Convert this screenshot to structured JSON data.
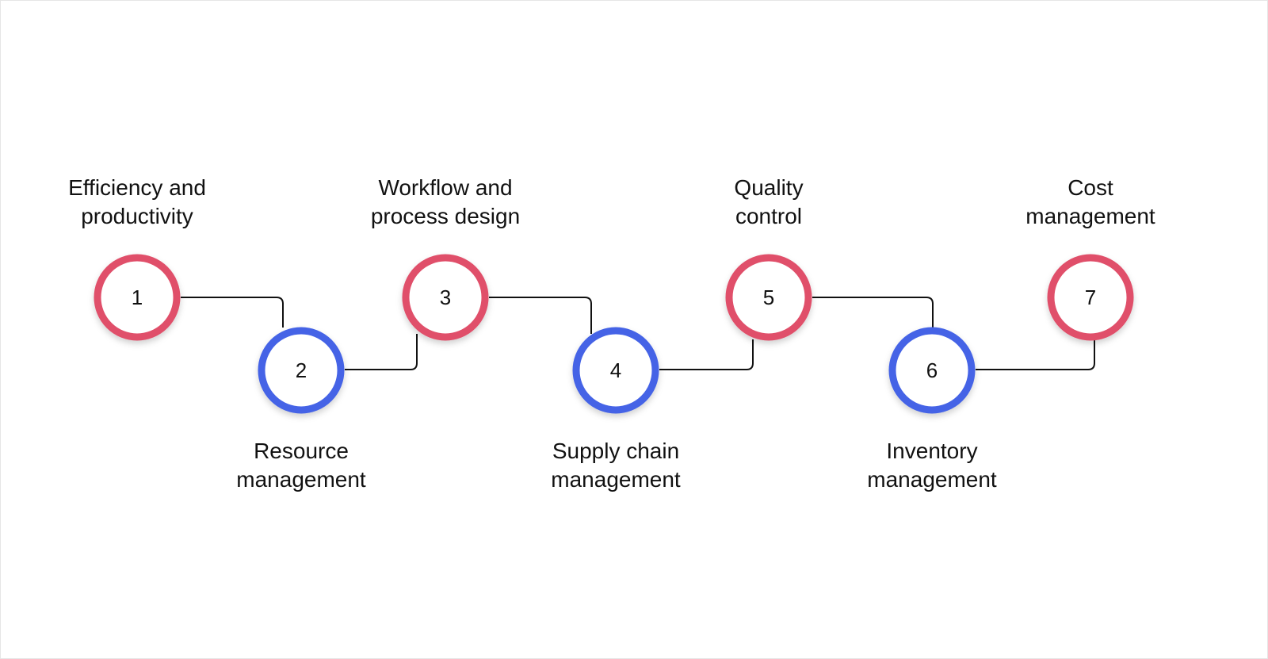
{
  "colors": {
    "odd": "#e0506a",
    "even": "#4463e6",
    "line": "#111111"
  },
  "steps": [
    {
      "number": "1",
      "label": "Efficiency and\nproductivity",
      "color": "odd",
      "position": "top"
    },
    {
      "number": "2",
      "label": "Resource\nmanagement",
      "color": "even",
      "position": "bottom"
    },
    {
      "number": "3",
      "label": "Workflow and\nprocess design",
      "color": "odd",
      "position": "top"
    },
    {
      "number": "4",
      "label": "Supply chain\nmanagement",
      "color": "even",
      "position": "bottom"
    },
    {
      "number": "5",
      "label": "Quality\ncontrol",
      "color": "odd",
      "position": "top"
    },
    {
      "number": "6",
      "label": "Inventory\nmanagement",
      "color": "even",
      "position": "bottom"
    },
    {
      "number": "7",
      "label": "Cost\nmanagement",
      "color": "odd",
      "position": "top"
    }
  ]
}
